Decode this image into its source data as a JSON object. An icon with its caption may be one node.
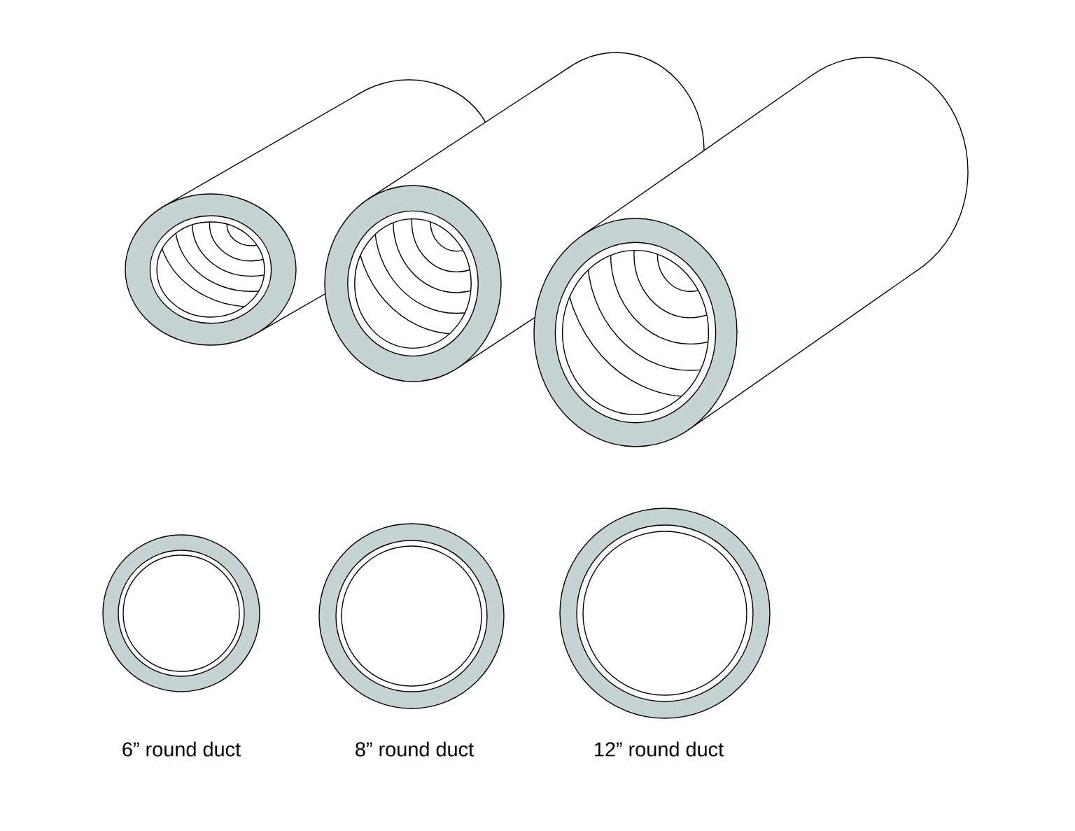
{
  "diagram": {
    "labels": [
      "6” round duct",
      "8” round duct",
      "12” round duct"
    ]
  }
}
